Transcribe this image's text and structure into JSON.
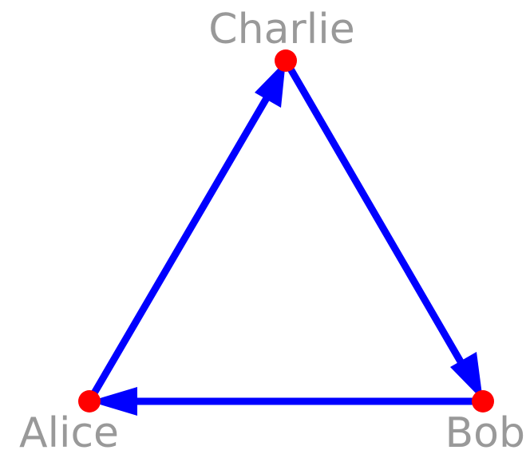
{
  "diagram": {
    "type": "directed-graph",
    "nodes": [
      {
        "id": "charlie",
        "label": "Charlie"
      },
      {
        "id": "bob",
        "label": "Bob"
      },
      {
        "id": "alice",
        "label": "Alice"
      }
    ],
    "edges": [
      {
        "from": "alice",
        "to": "charlie"
      },
      {
        "from": "charlie",
        "to": "bob"
      },
      {
        "from": "bob",
        "to": "alice"
      }
    ],
    "colors": {
      "edge": "#0000ff",
      "node": "#ff0000",
      "label": "#999999"
    }
  }
}
